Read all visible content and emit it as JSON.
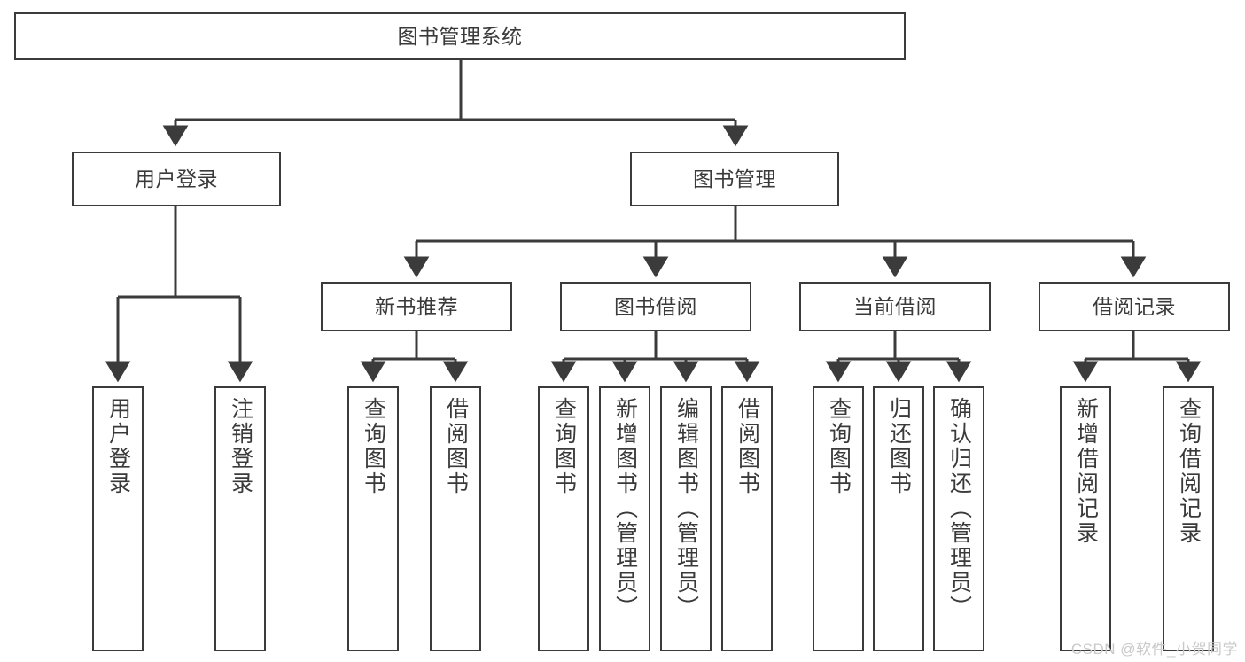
{
  "diagram": {
    "title": "图书管理系统",
    "type": "tree-hierarchy",
    "root": {
      "id": "root",
      "label": "图书管理系统"
    },
    "level2": [
      {
        "id": "user-login",
        "label": "用户登录"
      },
      {
        "id": "book-management",
        "label": "图书管理"
      }
    ],
    "level3": [
      {
        "id": "new-book-recommend",
        "label": "新书推荐",
        "parent": "book-management"
      },
      {
        "id": "book-borrow",
        "label": "图书借阅",
        "parent": "book-management"
      },
      {
        "id": "current-borrow",
        "label": "当前借阅",
        "parent": "book-management"
      },
      {
        "id": "borrow-record",
        "label": "借阅记录",
        "parent": "book-management"
      }
    ],
    "leaves": [
      {
        "id": "leaf-user-login",
        "label": "用户登录",
        "parent": "user-login"
      },
      {
        "id": "leaf-logout-login",
        "label": "注销登录",
        "parent": "user-login"
      },
      {
        "id": "leaf-query-book-1",
        "label": "查询图书",
        "parent": "new-book-recommend"
      },
      {
        "id": "leaf-borrow-book-1",
        "label": "借阅图书",
        "parent": "new-book-recommend"
      },
      {
        "id": "leaf-query-book-2",
        "label": "查询图书",
        "parent": "book-borrow"
      },
      {
        "id": "leaf-add-book",
        "label": "新增图书（管理员）",
        "parent": "book-borrow"
      },
      {
        "id": "leaf-edit-book",
        "label": "编辑图书（管理员）",
        "parent": "book-borrow"
      },
      {
        "id": "leaf-borrow-book-2",
        "label": "借阅图书",
        "parent": "book-borrow"
      },
      {
        "id": "leaf-query-book-3",
        "label": "查询图书",
        "parent": "current-borrow"
      },
      {
        "id": "leaf-return-book",
        "label": "归还图书",
        "parent": "current-borrow"
      },
      {
        "id": "leaf-confirm-return",
        "label": "确认归还（管理员）",
        "parent": "current-borrow"
      },
      {
        "id": "leaf-add-record",
        "label": "新增借阅记录",
        "parent": "borrow-record"
      },
      {
        "id": "leaf-query-record",
        "label": "查询借阅记录",
        "parent": "borrow-record"
      }
    ],
    "colors": {
      "stroke": "#3b3b3b",
      "text": "#3a3a3a",
      "background": "#ffffff",
      "watermark": "#c9c9c9"
    }
  },
  "watermark": {
    "text": "CSDN @软件_小贺同学"
  }
}
